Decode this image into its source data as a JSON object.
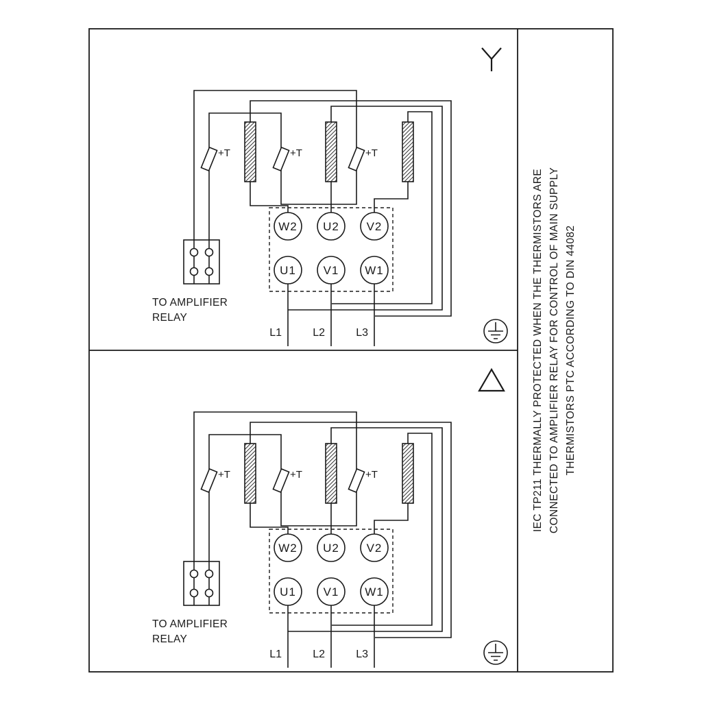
{
  "side_note": {
    "line1": "IEC TP211 THERMALLY PROTECTED WHEN THE THERMISTORS ARE",
    "line2": "CONNECTED TO AMPLIFIER RELAY FOR CONTROL OF MAIN SUPPLY",
    "line3": "THERMISTORS PTC ACCORDING TO DIN 44082"
  },
  "diagrams": [
    {
      "connection": "star",
      "terminals_top": [
        "W2",
        "U2",
        "V2"
      ],
      "terminals_bottom": [
        "U1",
        "V1",
        "W1"
      ],
      "supply_lines": [
        "L1",
        "L2",
        "L3"
      ],
      "thermistor_label": "+T",
      "relay_note": {
        "line1": "TO AMPLIFIER",
        "line2": "RELAY"
      }
    },
    {
      "connection": "delta",
      "terminals_top": [
        "W2",
        "U2",
        "V2"
      ],
      "terminals_bottom": [
        "U1",
        "V1",
        "W1"
      ],
      "supply_lines": [
        "L1",
        "L2",
        "L3"
      ],
      "thermistor_label": "+T",
      "relay_note": {
        "line1": "TO AMPLIFIER",
        "line2": "RELAY"
      }
    }
  ],
  "colors": {
    "ink": "#1a1a1a",
    "background": "#ffffff"
  }
}
